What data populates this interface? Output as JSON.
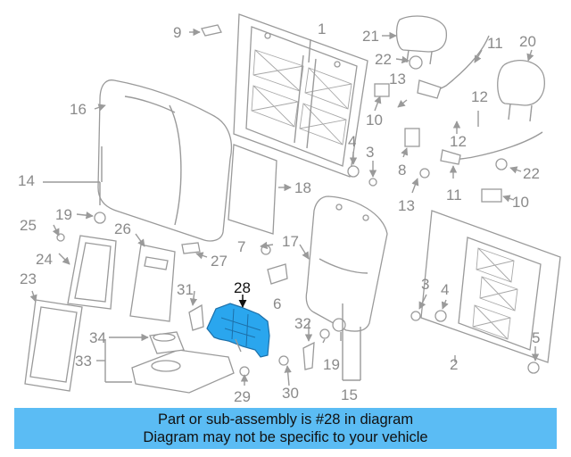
{
  "diagram": {
    "highlight_color": "#2aa6ee",
    "highlighted_part": "28",
    "callouts": [
      "1",
      "2",
      "3",
      "4",
      "5",
      "6",
      "7",
      "8",
      "9",
      "10",
      "11",
      "12",
      "13",
      "14",
      "15",
      "16",
      "17",
      "18",
      "19",
      "20",
      "21",
      "22",
      "23",
      "24",
      "25",
      "26",
      "27",
      "28",
      "29",
      "30",
      "31",
      "32",
      "33",
      "34"
    ]
  },
  "banner": {
    "line1": "Part or sub-assembly is #28 in diagram",
    "line2": "Diagram may not be specific to your vehicle",
    "background": "#5bbcf4"
  }
}
